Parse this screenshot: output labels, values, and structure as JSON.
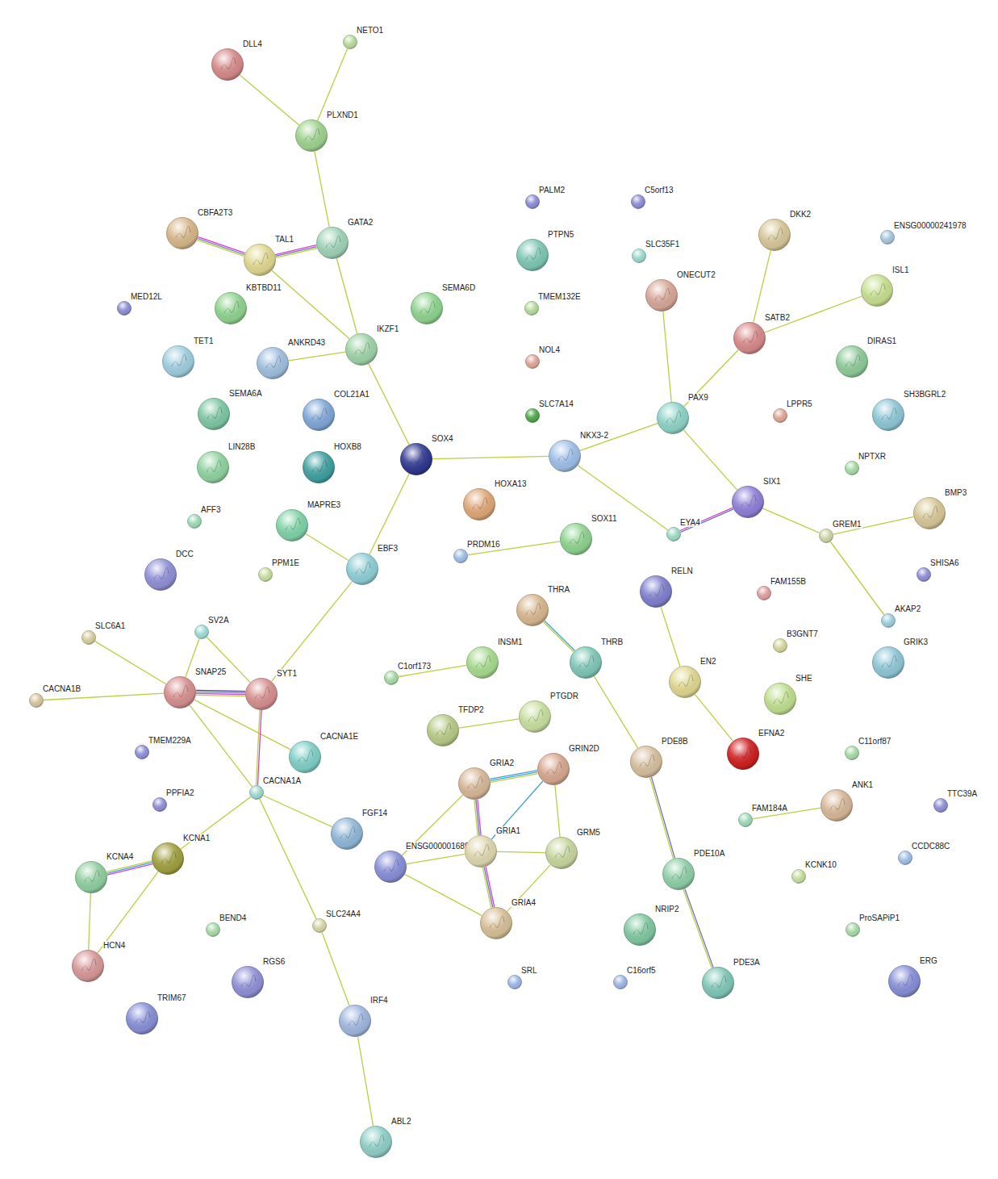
{
  "diagram": {
    "nodes": [
      {
        "text": [
          "NETO1"
        ]
      },
      {
        "text": [
          "DLL4"
        ]
      },
      {
        "text": [
          "PLXND1"
        ]
      },
      {
        "text": [
          "PALM2"
        ]
      },
      {
        "text": [
          "C5orf13"
        ]
      },
      {
        "text": [
          "DKK2"
        ]
      },
      {
        "text": [
          "ENSG00000241978"
        ]
      },
      {
        "text": [
          "CBFA2T3"
        ]
      },
      {
        "text": [
          "TAL1"
        ]
      },
      {
        "text": [
          "GATA2"
        ]
      },
      {
        "text": [
          "PTPN5"
        ]
      },
      {
        "text": [
          "SLC35F1"
        ]
      },
      {
        "text": [
          "ONECUT2"
        ]
      },
      {
        "text": [
          "ISL1"
        ]
      },
      {
        "text": [
          "MED12L"
        ]
      },
      {
        "text": [
          "KBTBD11"
        ]
      },
      {
        "text": [
          "SEMA6D"
        ]
      },
      {
        "text": [
          "TMEM132E"
        ]
      },
      {
        "text": [
          "SATB2"
        ]
      },
      {
        "text": [
          "DIRAS1"
        ]
      },
      {
        "text": [
          "TET1"
        ]
      },
      {
        "text": [
          "ANKRD43"
        ]
      },
      {
        "text": [
          "IKZF1"
        ]
      },
      {
        "text": [
          "NOL4"
        ]
      },
      {
        "text": [
          "SEMA6A"
        ]
      },
      {
        "text": [
          "COL21A1"
        ]
      },
      {
        "text": [
          "SLC7A14"
        ]
      },
      {
        "text": [
          "PAX9"
        ]
      },
      {
        "text": [
          "LPPR5"
        ]
      },
      {
        "text": [
          "SH3BGRL2"
        ]
      },
      {
        "text": [
          "LIN28B"
        ]
      },
      {
        "text": [
          "HOXB8"
        ]
      },
      {
        "text": [
          "SOX4"
        ]
      },
      {
        "text": [
          "NKX3-2"
        ]
      },
      {
        "text": [
          "NPTXR"
        ]
      },
      {
        "text": [
          "HOXA13"
        ]
      },
      {
        "text": [
          "SIX1"
        ]
      },
      {
        "text": [
          "AFF3"
        ]
      },
      {
        "text": [
          "MAPRE3"
        ]
      },
      {
        "text": [
          "EBF3"
        ]
      },
      {
        "text": [
          "PRDM16"
        ]
      },
      {
        "text": [
          "SOX11"
        ]
      },
      {
        "text": [
          "EYA4"
        ]
      },
      {
        "text": [
          "GREM1"
        ]
      },
      {
        "text": [
          "BMP3"
        ]
      },
      {
        "text": [
          "DCC"
        ]
      },
      {
        "text": [
          "PPM1E"
        ]
      },
      {
        "text": [
          "SHISA6"
        ]
      },
      {
        "text": [
          "RELN"
        ]
      },
      {
        "text": [
          "FAM155B"
        ]
      },
      {
        "text": [
          "THRA"
        ]
      },
      {
        "text": [
          "AKAP2"
        ]
      },
      {
        "text": [
          "SV2A"
        ]
      },
      {
        "text": [
          "SLC6A1"
        ]
      },
      {
        "text": [
          "B3GNT7"
        ]
      },
      {
        "text": [
          "THRB"
        ]
      },
      {
        "text": [
          "INSM1"
        ]
      },
      {
        "text": [
          "GRIK3"
        ]
      },
      {
        "text": [
          "C1orf173"
        ]
      },
      {
        "text": [
          "SNAP25"
        ]
      },
      {
        "text": [
          "SYT1"
        ]
      },
      {
        "text": [
          "EN2"
        ]
      },
      {
        "text": [
          "SHE"
        ]
      },
      {
        "text": [
          "CACNA1B"
        ]
      },
      {
        "text": [
          "TFDP2"
        ]
      },
      {
        "text": [
          "PTGDR"
        ]
      },
      {
        "text": [
          "EFNA2"
        ]
      },
      {
        "text": [
          "C11orf87"
        ]
      },
      {
        "text": [
          "TMEM229A"
        ]
      },
      {
        "text": [
          "CACNA1E"
        ]
      },
      {
        "text": [
          "GRIN2D"
        ]
      },
      {
        "text": [
          "GRIA2"
        ]
      },
      {
        "text": [
          "PDE8B"
        ]
      },
      {
        "text": [
          "CACNA1A"
        ]
      },
      {
        "text": [
          "PPFIA2"
        ]
      },
      {
        "text": [
          "ANK1"
        ]
      },
      {
        "text": [
          "FAM184A"
        ]
      },
      {
        "text": [
          "FGF14"
        ]
      },
      {
        "text": [
          "KCNA1"
        ]
      },
      {
        "text": [
          "TTC39A"
        ]
      },
      {
        "text": [
          "KCNA4"
        ]
      },
      {
        "text": [
          "ENSG00000168959"
        ]
      },
      {
        "text": [
          "GRIA1"
        ]
      },
      {
        "text": [
          "GRM5"
        ]
      },
      {
        "text": [
          "PDE10A"
        ]
      },
      {
        "text": [
          "KCNK10"
        ]
      },
      {
        "text": [
          "CCDC88C"
        ]
      },
      {
        "text": [
          "GRIA4"
        ]
      },
      {
        "text": [
          "NRIP2"
        ]
      },
      {
        "text": [
          "ProSAPiP1"
        ]
      },
      {
        "text": [
          "SLC24A4"
        ]
      },
      {
        "text": [
          "BEND4"
        ]
      },
      {
        "text": [
          "HCN4"
        ]
      },
      {
        "text": [
          "RGS6"
        ]
      },
      {
        "text": [
          "SRL"
        ]
      },
      {
        "text": [
          "C16orf5"
        ]
      },
      {
        "text": [
          "PDE3A"
        ]
      },
      {
        "text": [
          "ERG"
        ]
      },
      {
        "text": [
          "TRIM67"
        ]
      },
      {
        "text": [
          "IRF4"
        ]
      },
      {
        "text": [
          "ABL2"
        ]
      }
    ],
    "edges": [
      {
        "from": 0,
        "to": 2,
        "arrow": "none"
      },
      {
        "from": 1,
        "to": 2,
        "arrow": "none"
      },
      {
        "from": 2,
        "to": 9,
        "arrow": "none"
      },
      {
        "from": 7,
        "to": 8,
        "arrow": "none"
      },
      {
        "from": 8,
        "to": 9,
        "arrow": "none"
      },
      {
        "from": 8,
        "to": 22,
        "arrow": "none"
      },
      {
        "from": 9,
        "to": 22,
        "arrow": "none"
      },
      {
        "from": 21,
        "to": 22,
        "arrow": "none"
      },
      {
        "from": 22,
        "to": 32,
        "arrow": "none"
      },
      {
        "from": 32,
        "to": 33,
        "arrow": "none"
      },
      {
        "from": 32,
        "to": 39,
        "arrow": "none"
      },
      {
        "from": 33,
        "to": 27,
        "arrow": "none"
      },
      {
        "from": 33,
        "to": 42,
        "arrow": "none"
      },
      {
        "from": 12,
        "to": 27,
        "arrow": "none"
      },
      {
        "from": 5,
        "to": 18,
        "arrow": "none"
      },
      {
        "from": 13,
        "to": 18,
        "arrow": "none"
      },
      {
        "from": 18,
        "to": 27,
        "arrow": "none"
      },
      {
        "from": 27,
        "to": 36,
        "arrow": "none"
      },
      {
        "from": 42,
        "to": 36,
        "arrow": "none"
      },
      {
        "from": 36,
        "to": 43,
        "arrow": "none"
      },
      {
        "from": 43,
        "to": 44,
        "arrow": "none"
      },
      {
        "from": 43,
        "to": 51,
        "arrow": "none"
      },
      {
        "from": 38,
        "to": 39,
        "arrow": "none"
      },
      {
        "from": 39,
        "to": 60,
        "arrow": "none"
      },
      {
        "from": 40,
        "to": 41,
        "arrow": "none"
      },
      {
        "from": 48,
        "to": 61,
        "arrow": "none"
      },
      {
        "from": 61,
        "to": 66,
        "arrow": "none"
      },
      {
        "from": 50,
        "to": 55,
        "arrow": "none"
      },
      {
        "from": 55,
        "to": 72,
        "arrow": "none"
      },
      {
        "from": 72,
        "to": 84,
        "arrow": "none"
      },
      {
        "from": 84,
        "to": 96,
        "arrow": "none"
      },
      {
        "from": 58,
        "to": 56,
        "arrow": "none"
      },
      {
        "from": 64,
        "to": 65,
        "arrow": "none"
      },
      {
        "from": 76,
        "to": 75,
        "arrow": "none"
      },
      {
        "from": 53,
        "to": 59,
        "arrow": "none"
      },
      {
        "from": 63,
        "to": 59,
        "arrow": "none"
      },
      {
        "from": 52,
        "to": 59,
        "arrow": "none"
      },
      {
        "from": 52,
        "to": 60,
        "arrow": "none"
      },
      {
        "from": 59,
        "to": 60,
        "arrow": "none"
      },
      {
        "from": 59,
        "to": 69,
        "arrow": "none"
      },
      {
        "from": 59,
        "to": 73,
        "arrow": "none"
      },
      {
        "from": 60,
        "to": 73,
        "arrow": "none"
      },
      {
        "from": 73,
        "to": 77,
        "arrow": "none"
      },
      {
        "from": 73,
        "to": 78,
        "arrow": "none"
      },
      {
        "from": 73,
        "to": 90,
        "arrow": "none"
      },
      {
        "from": 90,
        "to": 99,
        "arrow": "none"
      },
      {
        "from": 99,
        "to": 100,
        "arrow": "none"
      },
      {
        "from": 78,
        "to": 80,
        "arrow": "none"
      },
      {
        "from": 78,
        "to": 92,
        "arrow": "none"
      },
      {
        "from": 80,
        "to": 92,
        "arrow": "none"
      },
      {
        "from": 71,
        "to": 70,
        "arrow": "none"
      },
      {
        "from": 71,
        "to": 82,
        "arrow": "none"
      },
      {
        "from": 71,
        "to": 81,
        "arrow": "none"
      },
      {
        "from": 70,
        "to": 82,
        "arrow": "none"
      },
      {
        "from": 70,
        "to": 83,
        "arrow": "none"
      },
      {
        "from": 82,
        "to": 83,
        "arrow": "none"
      },
      {
        "from": 82,
        "to": 81,
        "arrow": "none"
      },
      {
        "from": 82,
        "to": 87,
        "arrow": "none"
      },
      {
        "from": 81,
        "to": 87,
        "arrow": "none"
      },
      {
        "from": 83,
        "to": 87,
        "arrow": "none"
      }
    ]
  }
}
